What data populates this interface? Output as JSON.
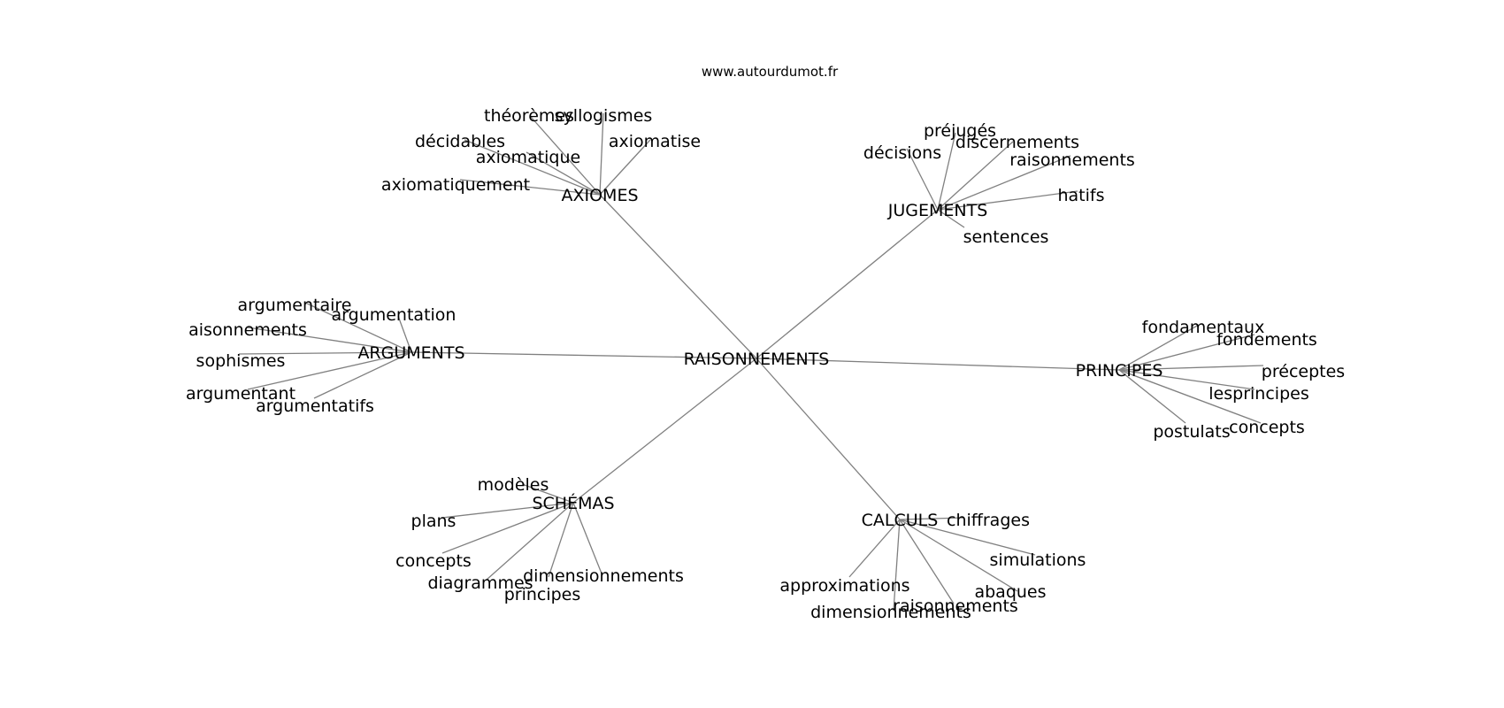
{
  "site": "www.autourdumot.fr",
  "center": "RAISONNEMENTS",
  "clusters": [
    {
      "hub": "AXIOMES",
      "leaves": [
        "théorèmes",
        "syllogismes",
        "décidables",
        "axiomatique",
        "axiomatise",
        "axiomatiquement"
      ]
    },
    {
      "hub": "JUGEMENTS",
      "leaves": [
        "préjugés",
        "décisions",
        "discernements",
        "raisonnements",
        "hatifs",
        "sentences"
      ]
    },
    {
      "hub": "ARGUMENTS",
      "leaves": [
        "argumentaire",
        "argumentation",
        "aisonnements",
        "sophismes",
        "argumentant",
        "argumentatifs"
      ]
    },
    {
      "hub": "PRINCIPES",
      "leaves": [
        "fondamentaux",
        "fondements",
        "préceptes",
        "lesprincipes",
        "concepts",
        "postulats"
      ]
    },
    {
      "hub": "SCHÉMAS",
      "leaves": [
        "modèles",
        "plans",
        "concepts",
        "diagrammes",
        "dimensionnements",
        "principes"
      ]
    },
    {
      "hub": "CALCULS",
      "leaves": [
        "chiffrages",
        "simulations",
        "approximations",
        "abaques",
        "raisonnements",
        "dimensionnements"
      ]
    }
  ],
  "edge_color": "#808080"
}
